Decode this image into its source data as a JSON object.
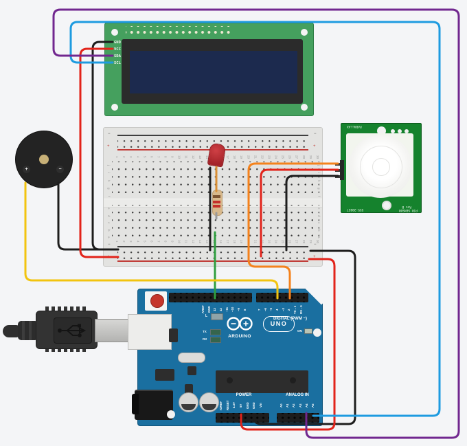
{
  "lcd": {
    "pin_labels": [
      "GND",
      "VCC",
      "SDA",
      "SCL"
    ],
    "board_color": "#45a05e",
    "screen_color": "#1c2a4e"
  },
  "breadboard": {
    "body_color": "#e3e3e1",
    "plus": "+",
    "minus": "−",
    "column_numbers": [
      "1",
      "2",
      "3",
      "4",
      "5",
      "6",
      "7",
      "8",
      "9",
      "10",
      "11",
      "12",
      "13",
      "14",
      "15",
      "16",
      "17",
      "18",
      "19",
      "20",
      "21",
      "22",
      "23",
      "24",
      "25",
      "26",
      "27",
      "28",
      "29",
      "30"
    ],
    "row_letters_top": [
      "j",
      "i",
      "h",
      "g",
      "f"
    ],
    "row_letters_bottom": [
      "e",
      "d",
      "c",
      "b",
      "a"
    ]
  },
  "buzzer": {
    "plus": "+",
    "minus": "−",
    "body_color": "#232323"
  },
  "led": {
    "color": "#b7292f"
  },
  "resistor": {
    "body_color": "#d8b98c",
    "band_colors": [
      "#7d5533",
      "#c4302b",
      "#c4302b"
    ]
  },
  "pir": {
    "board_color": "#15822d",
    "brand": "PARALLAX",
    "part_number": "555-28027",
    "name_line1": "PIR SENSOR",
    "name_line2": "Rev B"
  },
  "arduino": {
    "board_color": "#1a6fa0",
    "digital_pins_left": [
      "AREF",
      "GND",
      "13",
      "12",
      "~11",
      "~10",
      "~9",
      "8"
    ],
    "digital_pins_right": [
      "7",
      "~6",
      "~5",
      "4",
      "~3",
      "2",
      "TX→1",
      "RX←0"
    ],
    "digital_label": "DIGITAL (PWM ~)",
    "led_l": "L",
    "led_tx": "TX",
    "led_rx": "RX",
    "brand": "ARDUINO",
    "model": "UNO",
    "on_label": "ON",
    "power_label": "POWER",
    "analog_label": "ANALOG IN",
    "power_pins": [
      "IOREF",
      "RESET",
      "3.3V",
      "5V",
      "GND",
      "GND",
      "Vin"
    ],
    "analog_pins": [
      "A0",
      "A1",
      "A2",
      "A3",
      "A4",
      "A5"
    ]
  },
  "wires": {
    "lcd_gnd": {
      "color": "#1d1d1d",
      "from": "LCD GND",
      "to": "breadboard − rail"
    },
    "lcd_vcc": {
      "color": "#e2231a",
      "from": "LCD VCC",
      "to": "breadboard + rail"
    },
    "lcd_sda": {
      "color": "#71278f",
      "from": "LCD SDA",
      "to": "Arduino A4"
    },
    "lcd_scl": {
      "color": "#1e9be0",
      "from": "LCD SCL",
      "to": "Arduino A5"
    },
    "buzzer_pos": {
      "color": "#f2c40f",
      "from": "buzzer +",
      "to": "Arduino D4"
    },
    "buzzer_neg": {
      "color": "#1d1d1d",
      "from": "buzzer −",
      "to": "breadboard − rail"
    },
    "led_cathode": {
      "color": "#1d1d1d",
      "from": "LED cathode",
      "to": "breadboard − rail"
    },
    "d13_led": {
      "color": "#2f9e3f",
      "from": "Arduino D13",
      "to": "LED column via resistor"
    },
    "pir_sig": {
      "color": "#f4821c",
      "from": "PIR OUT",
      "to": "Arduino D2"
    },
    "pir_vcc": {
      "color": "#e2231a",
      "from": "PIR VCC",
      "to": "breadboard + rail"
    },
    "pir_gnd": {
      "color": "#1d1d1d",
      "from": "PIR GND",
      "to": "breadboard − rail"
    },
    "arduino_5v": {
      "color": "#e2231a",
      "from": "Arduino 5V",
      "to": "breadboard + rail"
    },
    "arduino_gnd": {
      "color": "#1d1d1d",
      "from": "Arduino GND",
      "to": "breadboard − rail"
    }
  }
}
